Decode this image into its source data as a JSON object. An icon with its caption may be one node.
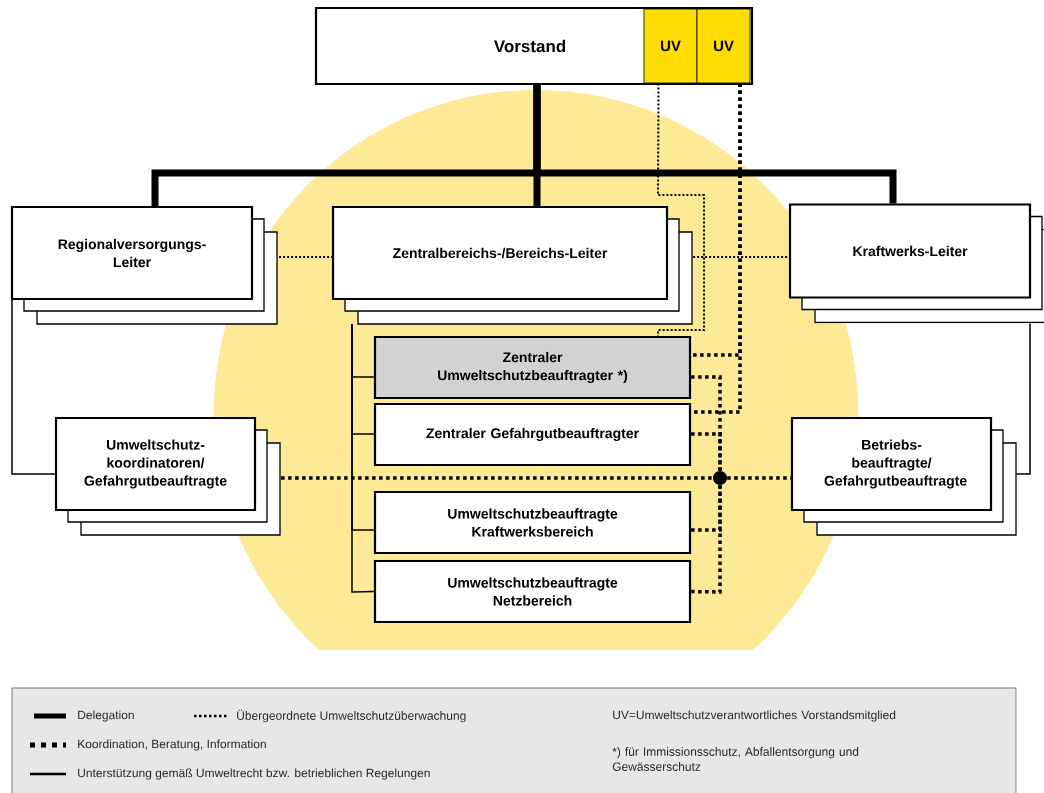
{
  "diagram": {
    "nodes": [
      {
        "text": [
          "Vorstand"
        ]
      },
      {
        "text": [
          "UV"
        ],
        "in": 0
      },
      {
        "text": [
          "UV"
        ],
        "in": 0
      },
      {
        "text": [
          "Regionalversorgungs- Leiter"
        ]
      },
      {
        "text": [
          "Zentralbereichs-/Bereichs-Leiter"
        ]
      },
      {
        "text": [
          "Kraftwerks-Leiter"
        ]
      },
      {
        "text": [
          "Zentraler Umweltschutzbeauftragter *)"
        ]
      },
      {
        "text": [
          "Zentraler Gefahrgutbeauftragter"
        ]
      },
      {
        "text": [
          "Umweltschutz- koordinatoren/ Gefahrgutbeauftragte"
        ]
      },
      {
        "text": [
          "Betriebs- beauftragte/ Gefahrgutbeauftragte"
        ]
      },
      {
        "text": [
          "Umweltschutzbeauftragte Kraftwerksbereich"
        ]
      },
      {
        "text": [
          "Umweltschutzbeauftragte Netzbereich"
        ]
      },
      {
        "text": [],
        "shape": "circle"
      }
    ],
    "edges": [
      {
        "from": 0,
        "to": 3,
        "arrow": "none",
        "style": "thick"
      },
      {
        "from": 0,
        "to": 4,
        "arrow": "none",
        "style": "thick"
      },
      {
        "from": 0,
        "to": 5,
        "arrow": "none",
        "style": "thick"
      },
      {
        "from": 3,
        "to": 4,
        "arrow": "none",
        "style": "dashed"
      },
      {
        "from": 4,
        "to": 5,
        "arrow": "none",
        "style": "dashed"
      },
      {
        "from": 1,
        "to": 6,
        "arrow": "none",
        "style": "dashed"
      },
      {
        "from": 2,
        "to": 6,
        "arrow": "none",
        "style": "dashed"
      },
      {
        "from": 2,
        "to": 7,
        "arrow": "none",
        "style": "dashed"
      },
      {
        "from": 6,
        "to": 12,
        "arrow": "none",
        "style": "dashed"
      },
      {
        "from": 7,
        "to": 12,
        "arrow": "none",
        "style": "dashed"
      },
      {
        "from": 8,
        "to": 12,
        "arrow": "none",
        "style": "dashed"
      },
      {
        "from": 12,
        "to": 9,
        "arrow": "none",
        "style": "dashed"
      },
      {
        "from": 10,
        "to": 12,
        "arrow": "none",
        "style": "dashed"
      },
      {
        "from": 11,
        "to": 12,
        "arrow": "none",
        "style": "dashed"
      },
      {
        "from": 4,
        "to": 6,
        "arrow": "none"
      },
      {
        "from": 4,
        "to": 7,
        "arrow": "none"
      },
      {
        "from": 4,
        "to": 10,
        "arrow": "none"
      },
      {
        "from": 4,
        "to": 11,
        "arrow": "none"
      },
      {
        "from": 3,
        "to": 8,
        "arrow": "none"
      },
      {
        "from": 5,
        "to": 9,
        "arrow": "none"
      }
    ],
    "labels": [
      "UV=Umweltschutzverantwortliches Vorstandsmitglied",
      "*) für Immissionsschutz, Abfallentsorgung und Gewässerschutz"
    ],
    "legend": [
      {
        "text": "Delegation"
      },
      {
        "text": "Übergeordnete Umweltschutzüberwachung"
      },
      {
        "text": "Koordination, Beratung, Information"
      },
      {
        "text": "Unterstützung gemäß Umweltrecht bzw. betrieblichen Regelungen"
      }
    ]
  }
}
